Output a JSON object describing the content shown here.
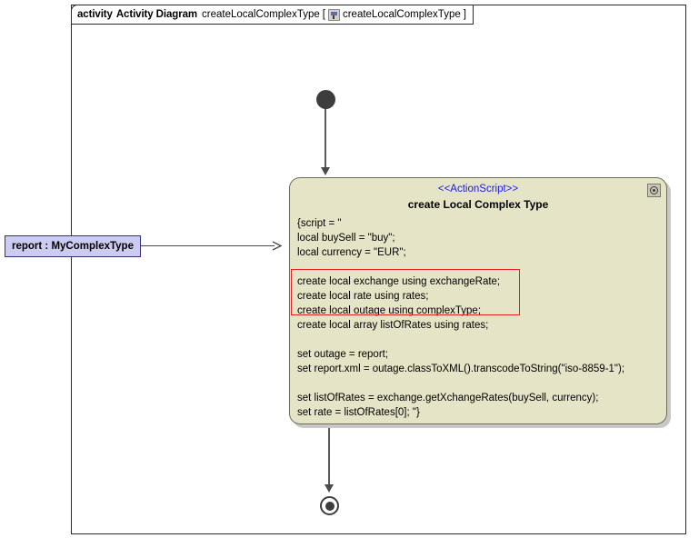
{
  "frame": {
    "keyword": "activity",
    "type_label": "Activity Diagram",
    "name": "createLocalComplexType",
    "bracket_open": "[",
    "bracket_close": "]",
    "tab_icon": "activity-diagram-icon",
    "ref_name": "createLocalComplexType"
  },
  "nodes": {
    "initial": {
      "name": "initial-node",
      "label": ""
    },
    "final": {
      "name": "activity-final-node",
      "label": ""
    },
    "action": {
      "stereotype": "<<ActionScript>>",
      "title": "create Local Complex Type",
      "badge_icon": "gear-icon",
      "script_lines": [
        "{script = \"",
        "local buySell = \"buy\";",
        "local currency = \"EUR\";",
        "",
        "create local exchange using exchangeRate;",
        "create local rate using rates;",
        "create local outage using complexType;",
        "create local array listOfRates using rates;",
        "",
        "set outage = report;",
        "set report.xml = outage.classToXML().transcodeToString(\"iso-8859-1\");",
        "",
        "set listOfRates = exchange.getXchangeRates(buySell, currency);",
        "set rate = listOfRates[0]; \"}"
      ],
      "highlight": {
        "color": "#e81e1e",
        "from_line": 4,
        "to_line": 6
      }
    },
    "parameter": {
      "label": "report : MyComplexType",
      "fill": "#ccccf2",
      "border": "#33337a"
    }
  },
  "edges": [
    {
      "name": "edge-initial-to-action",
      "from": "initial-node",
      "to": "create Local Complex Type"
    },
    {
      "name": "edge-parameter-to-action",
      "from": "report : MyComplexType",
      "to": "create Local Complex Type"
    },
    {
      "name": "edge-action-to-final",
      "from": "create Local Complex Type",
      "to": "activity-final-node"
    }
  ],
  "colors": {
    "action_fill": "#e6e4c6",
    "action_border": "#6d6d5a",
    "stereotype_text": "#1a1aee",
    "node_dark": "#3d3d3d",
    "edge": "#4a4a4a",
    "background": "#ffffff"
  }
}
